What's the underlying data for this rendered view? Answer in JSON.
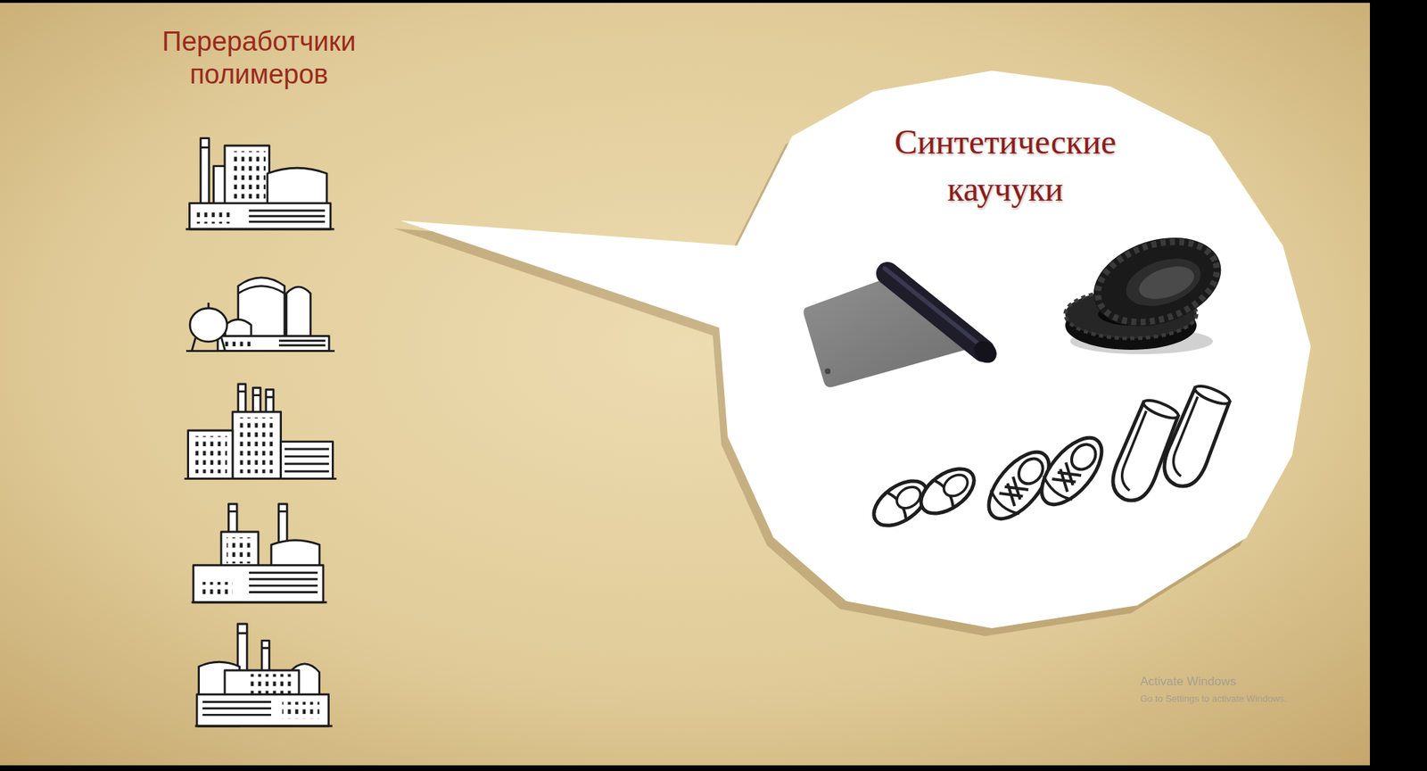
{
  "diagram": {
    "title": "Переработчики полимеров",
    "nodes": [
      {
        "text": [
          "Синтетические каучуки"
        ]
      }
    ],
    "labels": [
      "Activate Windows",
      "Go to Settings to activate Windows."
    ]
  }
}
